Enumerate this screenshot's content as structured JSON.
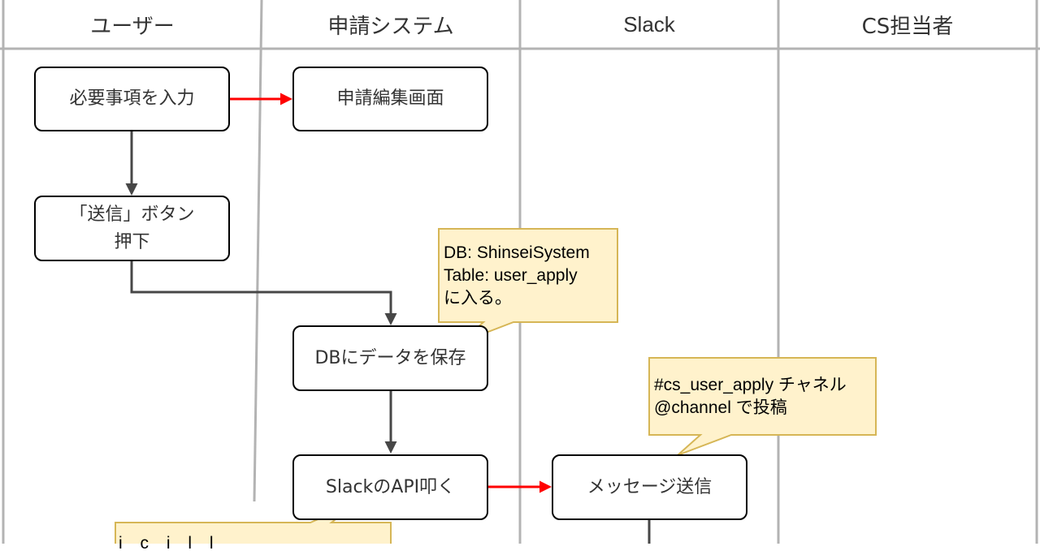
{
  "lanes": [
    "ユーザー",
    "申請システム",
    "Slack",
    "CS担当者"
  ],
  "nodes": {
    "input_required": "必要事項を入力",
    "edit_screen": "申請編集画面",
    "send_button_line1": "「送信」ボタン",
    "send_button_line2": "押下",
    "save_db": "DBにデータを保存",
    "call_slack_api": "SlackのAPI叩く",
    "send_message": "メッセージ送信"
  },
  "callouts": {
    "db": [
      "DB: ShinseiSystem",
      "Table: user_apply",
      "に入る。"
    ],
    "slack": [
      "#cs_user_apply チャネル",
      "@channel で投稿"
    ],
    "bottom_partial": "i c i l l"
  },
  "colors": {
    "lane_line": "#b3b3b3",
    "node_border": "#000000",
    "arrow_dark": "#474747",
    "arrow_red": "#ff0000",
    "callout_fill": "#fff2cc",
    "callout_border": "#d6b656"
  }
}
